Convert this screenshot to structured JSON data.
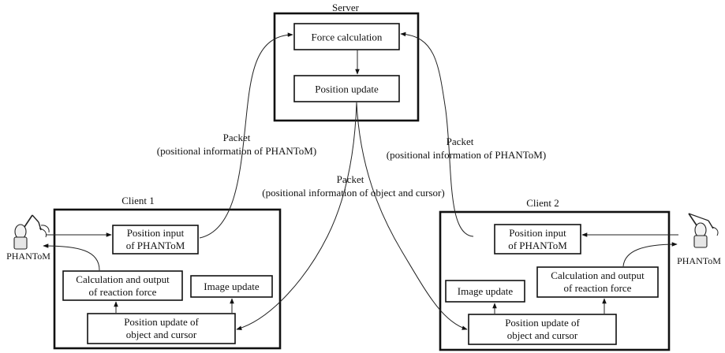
{
  "server": {
    "title": "Server",
    "force_calculation": "Force calculation",
    "position_update": "Position update"
  },
  "client1": {
    "title": "Client 1",
    "position_input": [
      "Position input",
      "of PHANToM"
    ],
    "calc_output": [
      "Calculation and output",
      "of reaction force"
    ],
    "image_update": "Image update",
    "position_update": [
      "Position update of",
      "object and cursor"
    ],
    "device_label": "PHANToM"
  },
  "client2": {
    "title": "Client 2",
    "position_input": [
      "Position input",
      "of PHANToM"
    ],
    "calc_output": [
      "Calculation and output",
      "of reaction force"
    ],
    "image_update": "Image update",
    "position_update": [
      "Position update of",
      "object and cursor"
    ],
    "device_label": "PHANToM"
  },
  "packets": {
    "left_up": [
      "Packet",
      "(positional information of PHANToM)"
    ],
    "center_down": [
      "Packet",
      "(positional information of object and cursor)"
    ],
    "right_up": [
      "Packet",
      "(positional information of PHANToM)"
    ]
  }
}
